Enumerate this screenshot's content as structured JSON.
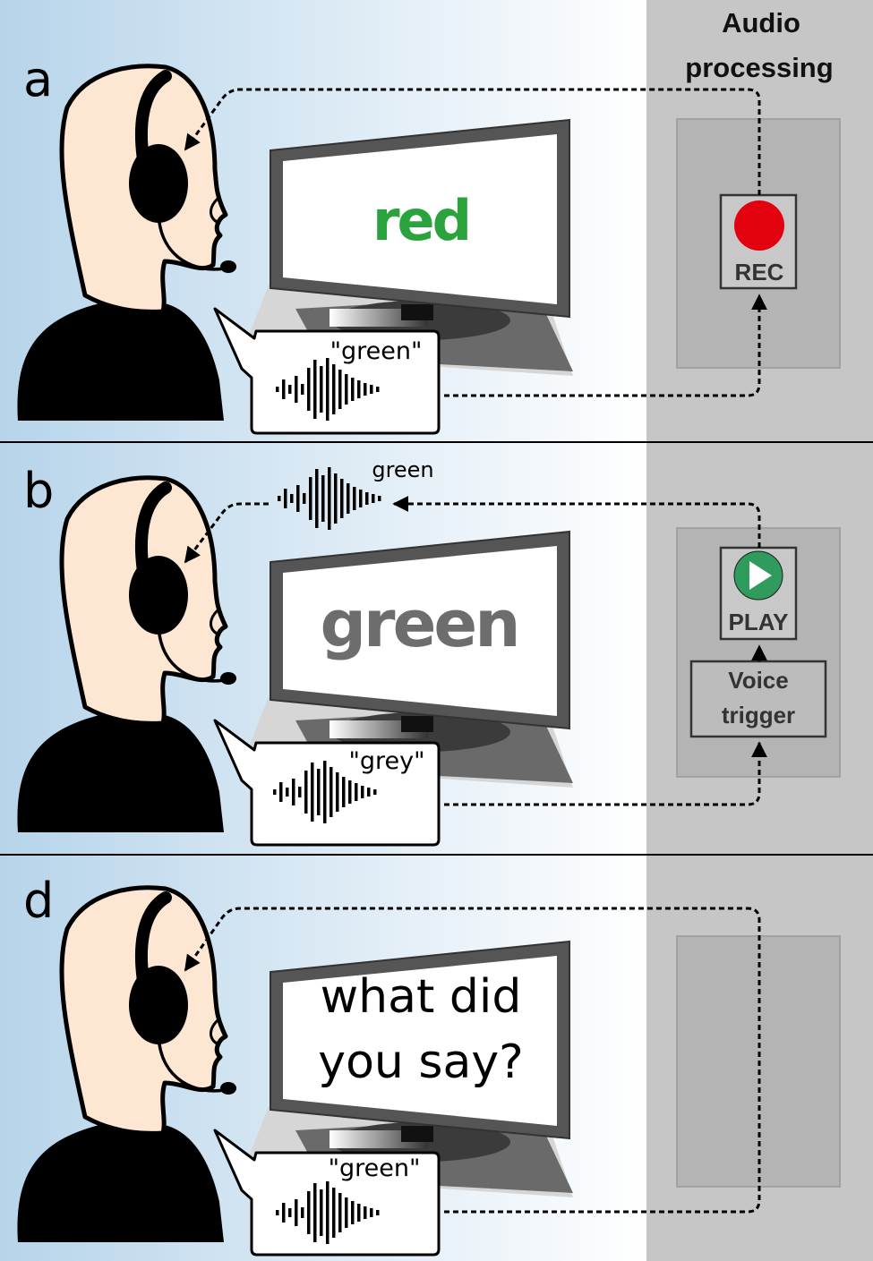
{
  "audio_panel": {
    "heading_line1": "Audio",
    "heading_line2": "processing"
  },
  "panels": {
    "a": {
      "letter": "a",
      "screen_word": "red",
      "screen_color": "#2aa33c",
      "speech_quote": "\"green\"",
      "box_label": "REC",
      "button_color": "#e3000f",
      "button_icon": "record-dot-icon"
    },
    "b": {
      "letter": "b",
      "screen_word": "green",
      "screen_color": "#6d6d6d",
      "speech_quote": "\"grey\"",
      "playback_label": "green",
      "box_label": "PLAY",
      "button_color": "#2f9b5c",
      "button_icon": "play-icon",
      "trigger_line1": "Voice",
      "trigger_line2": "trigger"
    },
    "d": {
      "letter": "d",
      "screen_line1": "what did",
      "screen_line2": "you say?",
      "speech_quote": "\"green\""
    }
  },
  "colors": {
    "background_gradient": [
      "#b7d4ea",
      "#ffffff"
    ],
    "audio_panel": "#c6c6c6",
    "audio_box": "#b4b4b4",
    "skin": "#fde6d2",
    "monitor_frame": "#555555"
  },
  "icons": [
    "headset-icon",
    "microphone-icon",
    "sound-wave-icon",
    "record-dot-icon",
    "play-icon"
  ]
}
